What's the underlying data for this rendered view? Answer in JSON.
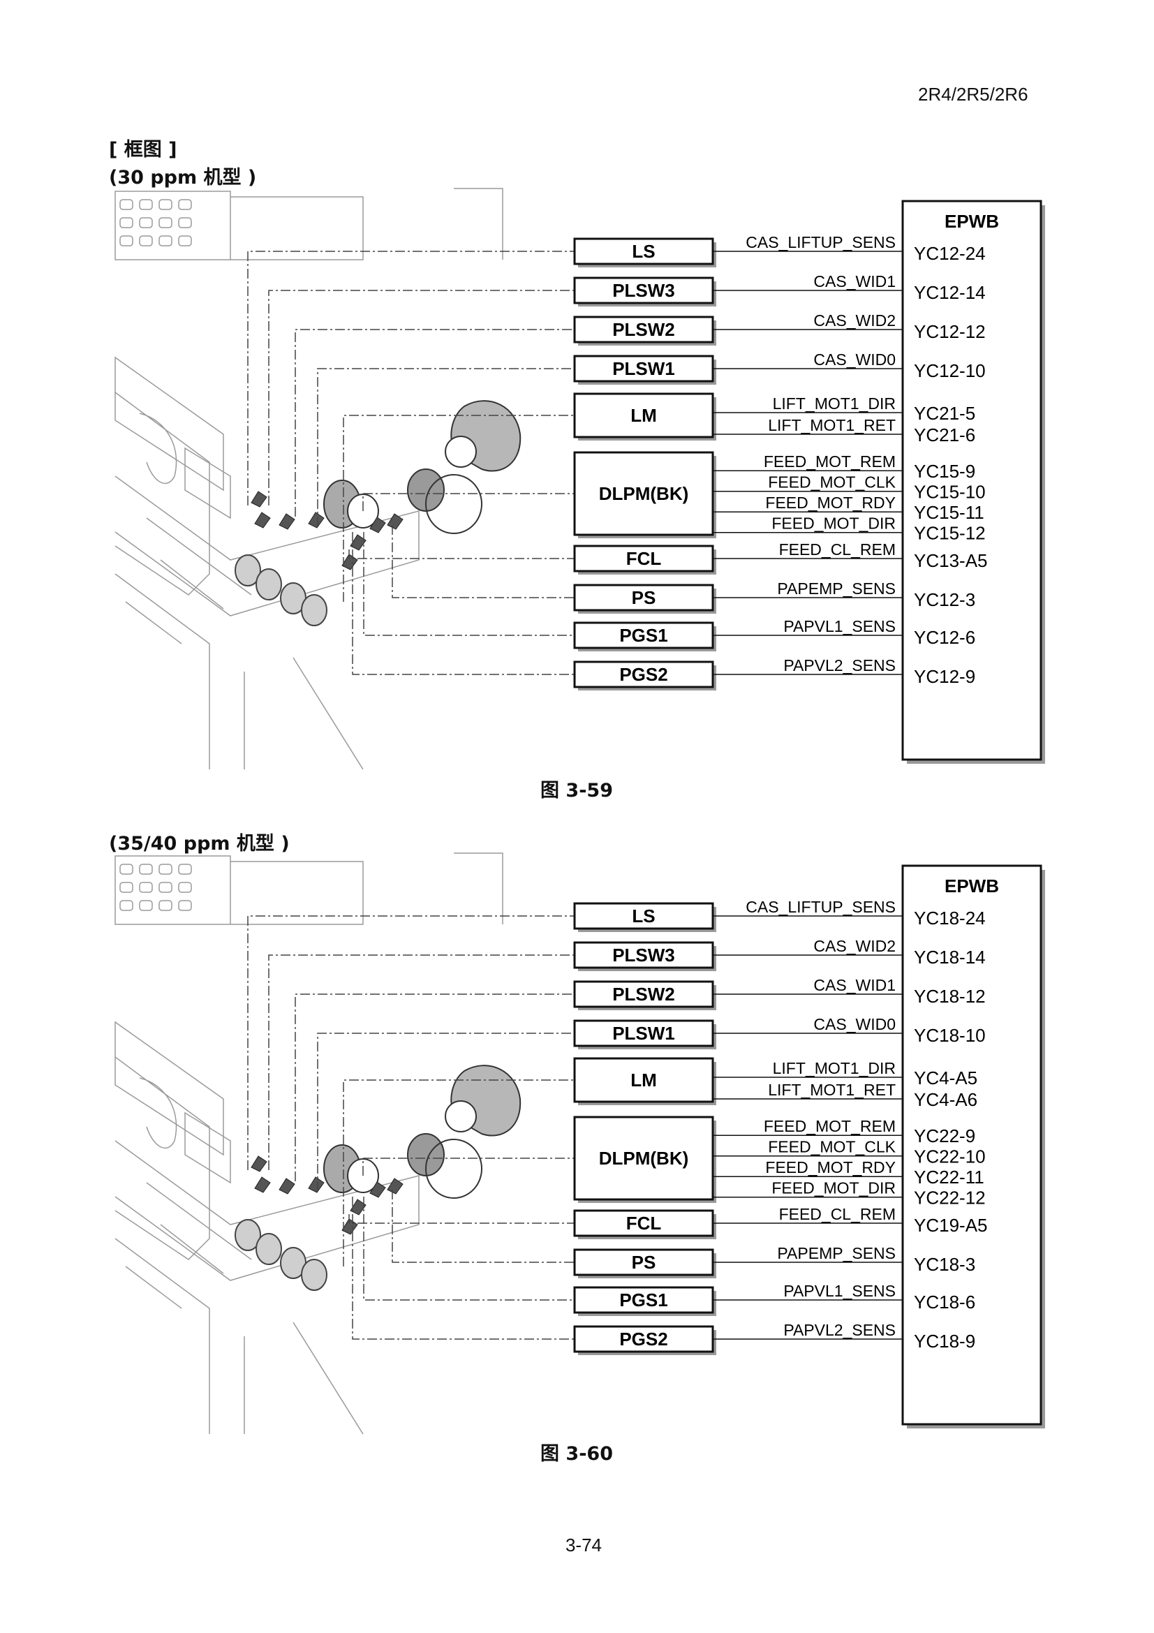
{
  "header": {
    "model_code": "2R4/2R5/2R6"
  },
  "section_title": "[ 框图 ]",
  "page_number": "3-74",
  "diagrams": [
    {
      "caption": "(30 ppm 机型 )",
      "figure_label": "图 3-59",
      "board": "EPWB",
      "components": [
        {
          "name": "LS",
          "signals": [
            "CAS_LIFTUP_SENS"
          ],
          "connectors": [
            "YC12-24"
          ]
        },
        {
          "name": "PLSW3",
          "signals": [
            "CAS_WID1"
          ],
          "connectors": [
            "YC12-14"
          ]
        },
        {
          "name": "PLSW2",
          "signals": [
            "CAS_WID2"
          ],
          "connectors": [
            "YC12-12"
          ]
        },
        {
          "name": "PLSW1",
          "signals": [
            "CAS_WID0"
          ],
          "connectors": [
            "YC12-10"
          ]
        },
        {
          "name": "LM",
          "signals": [
            "LIFT_MOT1_DIR",
            "LIFT_MOT1_RET"
          ],
          "connectors": [
            "YC21-5",
            "YC21-6"
          ]
        },
        {
          "name": "DLPM(BK)",
          "signals": [
            "FEED_MOT_REM",
            "FEED_MOT_CLK",
            "FEED_MOT_RDY",
            "FEED_MOT_DIR"
          ],
          "connectors": [
            "YC15-9",
            "YC15-10",
            "YC15-11",
            "YC15-12"
          ]
        },
        {
          "name": "FCL",
          "signals": [
            "FEED_CL_REM"
          ],
          "connectors": [
            "YC13-A5"
          ]
        },
        {
          "name": "PS",
          "signals": [
            "PAPEMP_SENS"
          ],
          "connectors": [
            "YC12-3"
          ]
        },
        {
          "name": "PGS1",
          "signals": [
            "PAPVL1_SENS"
          ],
          "connectors": [
            "YC12-6"
          ]
        },
        {
          "name": "PGS2",
          "signals": [
            "PAPVL2_SENS"
          ],
          "connectors": [
            "YC12-9"
          ]
        }
      ]
    },
    {
      "caption": "(35/40 ppm 机型 )",
      "figure_label": "图 3-60",
      "board": "EPWB",
      "components": [
        {
          "name": "LS",
          "signals": [
            "CAS_LIFTUP_SENS"
          ],
          "connectors": [
            "YC18-24"
          ]
        },
        {
          "name": "PLSW3",
          "signals": [
            "CAS_WID2"
          ],
          "connectors": [
            "YC18-14"
          ]
        },
        {
          "name": "PLSW2",
          "signals": [
            "CAS_WID1"
          ],
          "connectors": [
            "YC18-12"
          ]
        },
        {
          "name": "PLSW1",
          "signals": [
            "CAS_WID0"
          ],
          "connectors": [
            "YC18-10"
          ]
        },
        {
          "name": "LM",
          "signals": [
            "LIFT_MOT1_DIR",
            "LIFT_MOT1_RET"
          ],
          "connectors": [
            "YC4-A5",
            "YC4-A6"
          ]
        },
        {
          "name": "DLPM(BK)",
          "signals": [
            "FEED_MOT_REM",
            "FEED_MOT_CLK",
            "FEED_MOT_RDY",
            "FEED_MOT_DIR"
          ],
          "connectors": [
            "YC22-9",
            "YC22-10",
            "YC22-11",
            "YC22-12"
          ]
        },
        {
          "name": "FCL",
          "signals": [
            "FEED_CL_REM"
          ],
          "connectors": [
            "YC19-A5"
          ]
        },
        {
          "name": "PS",
          "signals": [
            "PAPEMP_SENS"
          ],
          "connectors": [
            "YC18-3"
          ]
        },
        {
          "name": "PGS1",
          "signals": [
            "PAPVL1_SENS"
          ],
          "connectors": [
            "YC18-6"
          ]
        },
        {
          "name": "PGS2",
          "signals": [
            "PAPVL2_SENS"
          ],
          "connectors": [
            "YC18-9"
          ]
        }
      ]
    }
  ]
}
